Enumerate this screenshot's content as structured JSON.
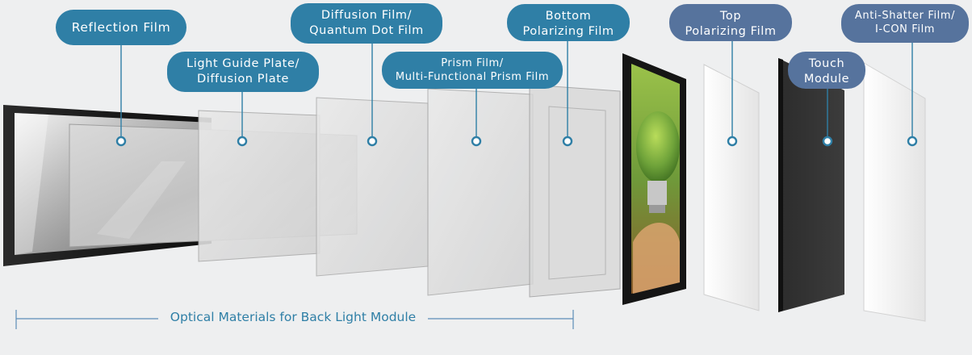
{
  "labels": {
    "reflection": "Reflection Film",
    "light_guide": {
      "line1": "Light Guide Plate/",
      "line2": "Diffusion Plate"
    },
    "diffusion": {
      "line1": "Diffusion Film/",
      "line2": "Quantum Dot Film"
    },
    "prism": {
      "line1": "Prism Film/",
      "line2": "Multi-Functional Prism Film"
    },
    "bottom_polarizing": {
      "line1": "Bottom",
      "line2": "Polarizing Film"
    },
    "top_polarizing": {
      "line1": "Top",
      "line2": "Polarizing Film"
    },
    "touch": {
      "line1": "Touch",
      "line2": "Module"
    },
    "anti_shatter": {
      "line1": "Anti-Shatter Film/",
      "line2": "I-CON Film"
    }
  },
  "footer": {
    "label": "Optical Materials for Back Light Module"
  },
  "colors": {
    "label_primary": "#2f7fa6",
    "label_secondary": "#56739d",
    "background": "#eeeff0",
    "bezel": "#1b1b1b",
    "leaf_green": "#6fa33a"
  }
}
